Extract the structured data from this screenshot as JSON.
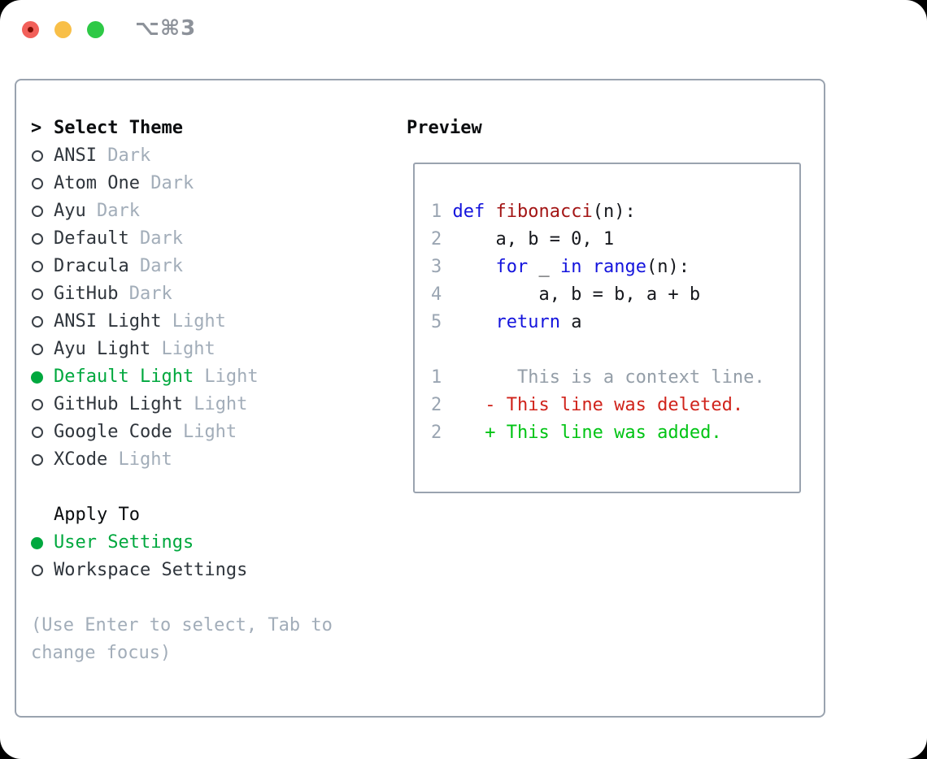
{
  "window": {
    "title": "⌥⌘3"
  },
  "theme_list": {
    "prompt": ">",
    "header": "Select Theme",
    "items": [
      {
        "name": "ANSI",
        "variant": "Dark",
        "selected": false
      },
      {
        "name": "Atom One",
        "variant": "Dark",
        "selected": false
      },
      {
        "name": "Ayu",
        "variant": "Dark",
        "selected": false
      },
      {
        "name": "Default",
        "variant": "Dark",
        "selected": false
      },
      {
        "name": "Dracula",
        "variant": "Dark",
        "selected": false
      },
      {
        "name": "GitHub",
        "variant": "Dark",
        "selected": false
      },
      {
        "name": "ANSI Light",
        "variant": "Light",
        "selected": false
      },
      {
        "name": "Ayu Light",
        "variant": "Light",
        "selected": false
      },
      {
        "name": "Default Light",
        "variant": "Light",
        "selected": true
      },
      {
        "name": "GitHub Light",
        "variant": "Light",
        "selected": false
      },
      {
        "name": "Google Code",
        "variant": "Light",
        "selected": false
      },
      {
        "name": "XCode",
        "variant": "Light",
        "selected": false
      }
    ]
  },
  "apply_to": {
    "header": "Apply To",
    "options": [
      {
        "label": "User Settings",
        "selected": true
      },
      {
        "label": "Workspace Settings",
        "selected": false
      }
    ]
  },
  "hint": "(Use Enter to select, Tab to change focus)",
  "preview": {
    "header": "Preview",
    "code_lines": [
      {
        "number": "1",
        "tokens": [
          {
            "c": "keyword",
            "t": "def"
          },
          {
            "c": "code",
            "t": " "
          },
          {
            "c": "function",
            "t": "fibonacci"
          },
          {
            "c": "code",
            "t": "(n):"
          }
        ]
      },
      {
        "number": "2",
        "tokens": [
          {
            "c": "code",
            "t": "    a, b = 0, 1"
          }
        ]
      },
      {
        "number": "3",
        "tokens": [
          {
            "c": "code",
            "t": "    "
          },
          {
            "c": "keyword",
            "t": "for"
          },
          {
            "c": "code",
            "t": " _ "
          },
          {
            "c": "keyword",
            "t": "in"
          },
          {
            "c": "code",
            "t": " "
          },
          {
            "c": "keyword",
            "t": "range"
          },
          {
            "c": "code",
            "t": "(n):"
          }
        ]
      },
      {
        "number": "4",
        "tokens": [
          {
            "c": "code",
            "t": "        a, b = b, a + b"
          }
        ]
      },
      {
        "number": "5",
        "tokens": [
          {
            "c": "code",
            "t": "    "
          },
          {
            "c": "keyword",
            "t": "return"
          },
          {
            "c": "code",
            "t": " a"
          }
        ]
      }
    ],
    "diff_lines": [
      {
        "number": "1",
        "tokens": [
          {
            "c": "context",
            "t": "      This is a context line."
          }
        ]
      },
      {
        "number": "2",
        "tokens": [
          {
            "c": "deleted",
            "t": "   - This line was deleted."
          }
        ]
      },
      {
        "number": "2",
        "tokens": [
          {
            "c": "added",
            "t": "   + This line was added."
          }
        ]
      }
    ]
  },
  "colors": {
    "page_bg": "#000000",
    "window_bg": "#ffffff",
    "border": "#9aa3af",
    "header_text": "#0b0d0f",
    "item_text": "#2f353c",
    "muted": "#a2adb9",
    "ring": "#3a4047",
    "accent_green": "#00a83e",
    "keyword": "#1414dd",
    "function": "#a31515",
    "code": "#16181d",
    "lineno": "#9aa5b2",
    "context": "#949ea8",
    "deleted": "#d0231b",
    "added": "#00c414",
    "light_close": "#f2605a",
    "light_close_dot": "#7f0d03",
    "light_minimize": "#f8bf48",
    "light_maximize": "#2ec946",
    "title_text": "#8d929a"
  }
}
